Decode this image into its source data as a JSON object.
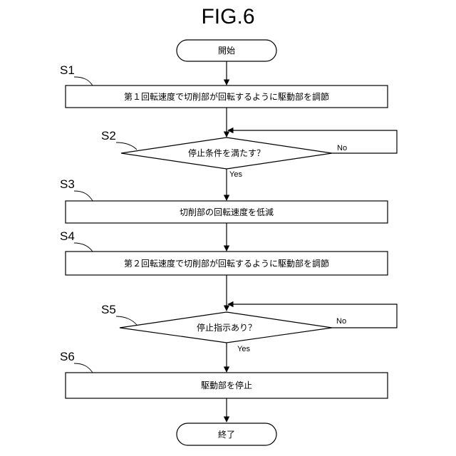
{
  "figure": {
    "title": "FIG.6"
  },
  "nodes": {
    "start": {
      "text": "開始"
    },
    "s1": {
      "label": "S1",
      "text": "第１回転速度で切削部が回転するように駆動部を調節"
    },
    "s2": {
      "label": "S2",
      "text": "停止条件を満たす？",
      "no": "No",
      "yes": "Yes"
    },
    "s3": {
      "label": "S3",
      "text": "切削部の回転速度を低減"
    },
    "s4": {
      "label": "S4",
      "text": "第２回転速度で切削部が回転するように駆動部を調節"
    },
    "s5": {
      "label": "S5",
      "text": "停止指示あり？",
      "no": "No",
      "yes": "Yes"
    },
    "s6": {
      "label": "S6",
      "text": "駆動部を停止"
    },
    "end": {
      "text": "終了"
    }
  }
}
